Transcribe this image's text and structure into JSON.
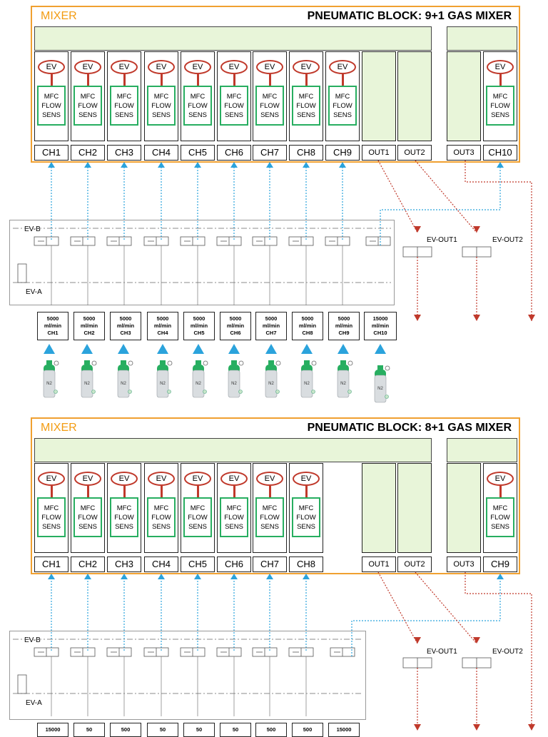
{
  "block1": {
    "mixer_label": "MIXER",
    "title": "PNEUMATIC BLOCK: 9+1 GAS MIXER",
    "ev_label": "EV",
    "mfc_lines": [
      "MFC",
      "FLOW",
      "SENS"
    ],
    "channels": [
      "CH1",
      "CH2",
      "CH3",
      "CH4",
      "CH5",
      "CH6",
      "CH7",
      "CH8",
      "CH9"
    ],
    "outs": [
      "OUT1",
      "OUT2"
    ],
    "right": [
      "OUT3",
      "CH10"
    ],
    "valve_top": "EV-B",
    "valve_bottom": "EV-A",
    "ev_out1": "EV-OUT1",
    "ev_out2": "EV-OUT2",
    "flows": [
      [
        "5000",
        "ml/min",
        "CH1"
      ],
      [
        "5000",
        "ml/min",
        "CH2"
      ],
      [
        "5000",
        "ml/min",
        "CH3"
      ],
      [
        "5000",
        "ml/min",
        "CH4"
      ],
      [
        "5000",
        "ml/min",
        "CH5"
      ],
      [
        "5000",
        "ml/min",
        "CH6"
      ],
      [
        "5000",
        "ml/min",
        "CH7"
      ],
      [
        "5000",
        "ml/min",
        "CH8"
      ],
      [
        "5000",
        "ml/min",
        "CH9"
      ],
      [
        "15000",
        "ml/min",
        "CH10"
      ]
    ],
    "cylinder_label": "N2"
  },
  "block2": {
    "mixer_label": "MIXER",
    "title": "PNEUMATIC BLOCK: 8+1 GAS MIXER",
    "ev_label": "EV",
    "mfc_lines": [
      "MFC",
      "FLOW",
      "SENS"
    ],
    "channels": [
      "CH1",
      "CH2",
      "CH3",
      "CH4",
      "CH5",
      "CH6",
      "CH7",
      "CH8"
    ],
    "outs": [
      "OUT1",
      "OUT2"
    ],
    "right": [
      "OUT3",
      "CH9"
    ],
    "valve_top": "EV-B",
    "valve_bottom": "EV-A",
    "ev_out1": "EV-OUT1",
    "ev_out2": "EV-OUT2",
    "flows": [
      "15000",
      "50",
      "500",
      "50",
      "50",
      "50",
      "500",
      "500",
      "15000"
    ]
  },
  "colors": {
    "orange": "#f0a030",
    "green": "#27ae60",
    "red": "#c0392b",
    "blue": "#2ba3dc",
    "arrow_red": "#c0392b"
  }
}
